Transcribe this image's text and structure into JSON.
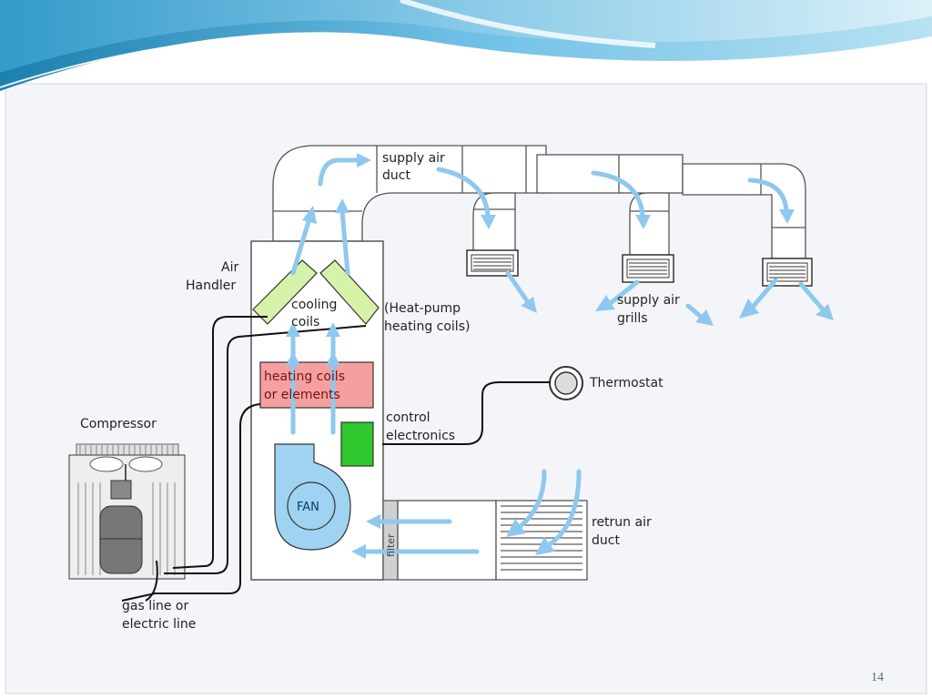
{
  "page_number": "14",
  "labels": {
    "supply_air_duct": [
      "supply air",
      "duct"
    ],
    "air_handler": [
      "Air",
      "Handler"
    ],
    "cooling_coils": [
      "cooling",
      "coils"
    ],
    "heat_pump": [
      "(Heat-pump",
      "heating coils)"
    ],
    "heating_coils": [
      "heating coils",
      "or elements"
    ],
    "thermostat": "Thermostat",
    "control_electronics": [
      "control",
      "electronics"
    ],
    "compressor": "Compressor",
    "fan": "FAN",
    "filter": "filter",
    "return_air_duct": [
      "retrun air",
      "duct"
    ],
    "supply_air_grills": [
      "supply air",
      "grills"
    ],
    "gas_line": [
      "gas line or",
      "electric line"
    ]
  },
  "colors": {
    "air_flow": "#8ec8ee",
    "cooling_coils": "#d6f2a8",
    "heating_coils": "#f5a0a0",
    "control_electronics": "#2ec82e",
    "fan": "#9fd3f2",
    "banner": "#7cc4e4"
  },
  "icons": [
    "air-flow-arrow-icon",
    "thermostat-icon",
    "fan-icon",
    "grill-icon"
  ]
}
